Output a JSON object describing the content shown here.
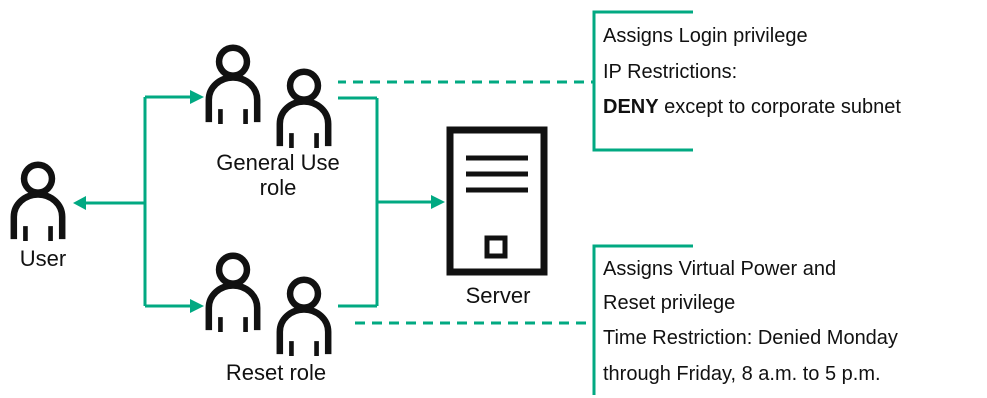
{
  "colors": {
    "accent": "#01a982",
    "ink": "#111111",
    "background": "#ffffff"
  },
  "icons": {
    "user": "person-icon",
    "role": "group-icon",
    "server": "server-icon"
  },
  "labels": {
    "user": "User",
    "general_role_line1": "General Use",
    "general_role_line2": "role",
    "reset_role": "Reset role",
    "server": "Server"
  },
  "notes": {
    "general": {
      "line1": "Assigns Login privilege",
      "line2": "IP Restrictions:",
      "line3_bold": "DENY",
      "line3_rest": " except to corporate subnet"
    },
    "reset": {
      "line1": "Assigns Virtual Power and",
      "line2": "Reset privilege",
      "line3": "Time Restriction: Denied Monday",
      "line4": "through Friday, 8 a.m. to 5 p.m."
    }
  }
}
